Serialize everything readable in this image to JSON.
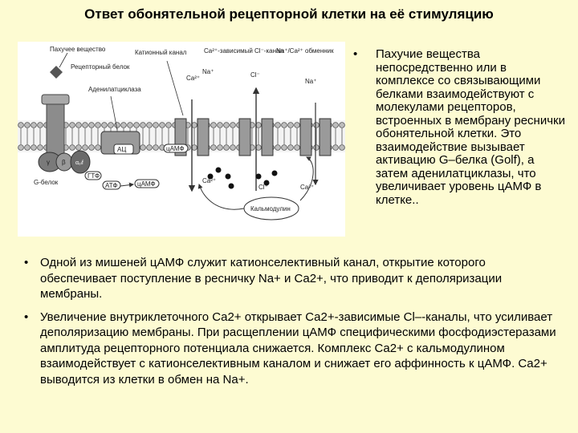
{
  "title": "Ответ обонятельной рецепторной клетки на её стимуляцию",
  "figure": {
    "labels": {
      "odorant": "Пахучее вещество",
      "receptor": "Рецепторный белок",
      "adenylate_cyclase": "Аденилатциклаза",
      "cation_channel": "Катионный канал",
      "ca_cl_channel": "Ca²⁺-зависимый Cl⁻-канал",
      "exchanger": "Na⁺/Ca²⁺ обменник",
      "ca2_top": "Ca²⁺",
      "na_top": "Na⁺",
      "cl_top": "Cl⁻",
      "na_exchanger": "Na⁺",
      "g_protein": "G-белок",
      "gamma": "γ",
      "beta": "β",
      "alpha": "αₒₗf",
      "ac": "АЦ",
      "camp_membrane": "цАМФ",
      "camp_inside": "цАМФ",
      "gtp": "ГТФ",
      "atp": "АТФ",
      "ca2_inside": "Ca²⁺",
      "cl_inside": "Cl⁻",
      "ca2_exchanger_inside": "Ca²⁺",
      "calmodulin": "Кальмодулин"
    }
  },
  "right_text": "Пахучие вещества непосредственно или в комплексе со связывающими белками взаимодействуют с молекулами рецепторов, встроенных в мембрану реснички обонятельной клетки. Это взаимодействие вызывает активацию G–белка (Golf), а затем аденилатциклазы, что увеличивает уровень цАМФ в клетке..",
  "bottom_items": [
    "Одной из мишеней цАМФ служит катионселективный канал, открытие которого обеспечивает поступление в ресничку Na+ и Ca2+, что приводит к деполяризации мембраны.",
    " Увеличение внутриклеточного Ca2+ открывает Ca2+-зависимые Cl–-каналы, что усиливает деполяризацию мембраны. При расщеплении цАМФ специфическими фосфодиэстеразами амплитуда рецепторного потенциала снижается. Комплекс Ca2+ с кальмодулином взаимодействует с катионселективным каналом и снижает его аффинность к цАМФ. Ca2+ выводится из клетки в обмен на Na+."
  ],
  "bullet_char": "•"
}
